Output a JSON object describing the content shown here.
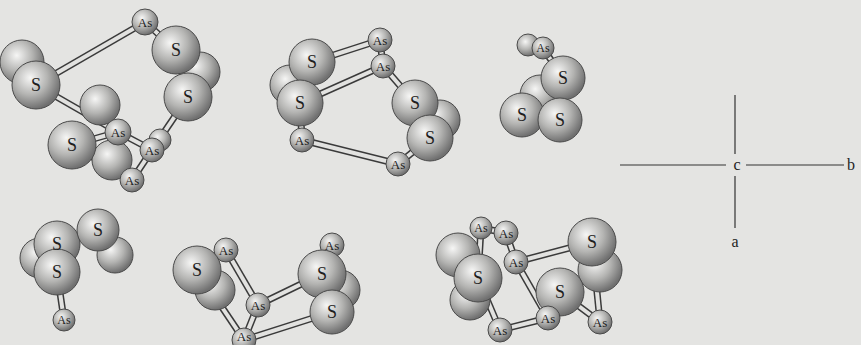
{
  "diagram": {
    "labels": [
      "As",
      "S",
      "S",
      "S",
      "S",
      "As",
      "As",
      "As",
      "As",
      "As",
      "S",
      "S",
      "S",
      "S",
      "As",
      "As",
      "As",
      "S",
      "S",
      "S",
      "S",
      "S",
      "S",
      "As",
      "As",
      "As",
      "S",
      "S",
      "As",
      "S",
      "As",
      "As",
      "As",
      "S",
      "S",
      "As",
      "S",
      "As",
      "As",
      "As",
      "c",
      "b",
      "a"
    ]
  }
}
